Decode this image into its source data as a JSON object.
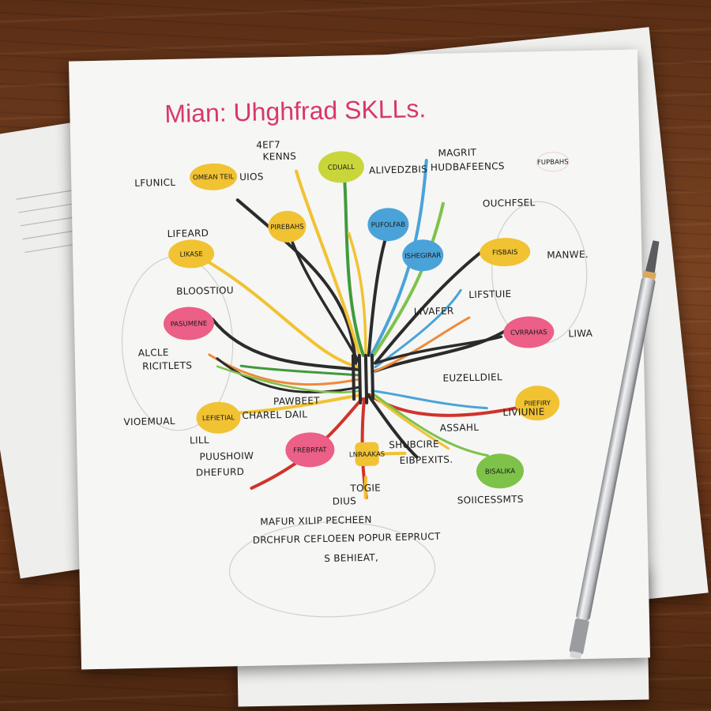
{
  "title": "Mian: Uhghfrad SKLLs.",
  "colors": {
    "title": "#d8376a",
    "yellow": "#f1c232",
    "lime": "#c9d63a",
    "blue": "#4aa3d8",
    "pink": "#ec5f86",
    "green": "#7ec24a",
    "dark": "#2b2b2b",
    "red": "#d0332b"
  },
  "labels": {
    "l01": "4EΓ7",
    "l02": "KENNS",
    "l03": "LFUNICL",
    "l04": "UIOS",
    "l05": "ALIVEDZBIS",
    "l06": "MAGRIT",
    "l07": "HUDBAFEENCS",
    "l08": "OUCHFSEL",
    "l09": "LIFEARD",
    "l10": "MANWE.",
    "l11": "BLOOSTIOU",
    "l12": "LIFSTUIE",
    "l13": "LIVAFER",
    "l14": "ALCLE",
    "l15": "RICITLETS",
    "l16": "LIWA",
    "l17": "EUZELLDIEL",
    "l18": "PAWBEET",
    "l19": "CHAREL DAIL",
    "l20": "VIOEMUAL",
    "l21": "LILL",
    "l22": "PUUSHOIW",
    "l23": "DHEFURD",
    "l24": "ASSAHL",
    "l25": "SHUBCIRE",
    "l26": "EIBPEXITS.",
    "l27": "SOIICESSMTS",
    "l28": "DIUS",
    "l29": "LIVIUNIE",
    "l30": "TOGIE",
    "l31": "MAFUR XILIP PECHEEN",
    "l32": "DRCHFUR CEFLOEEN POPUR EEPRUCT",
    "l33": "S BEHIEAT,"
  },
  "nodes": {
    "n01": "OMEAN TEIL",
    "n02": "CDUALL",
    "n03": "PIREBAHS",
    "n04": "LIKASE",
    "n05": "PUFOLFAB",
    "n06": "ISHEGIRAR",
    "n07": "FISBAIS",
    "n08": "PASUMENE",
    "n09": "CVRRAHAS",
    "n10": "LEFIETIAL",
    "n11": "PIIEFIRY",
    "n12": "FREBRFAT",
    "n13": "LNRAAKAS",
    "n14": "BISALIKA",
    "n15": "FUPBAHS"
  }
}
